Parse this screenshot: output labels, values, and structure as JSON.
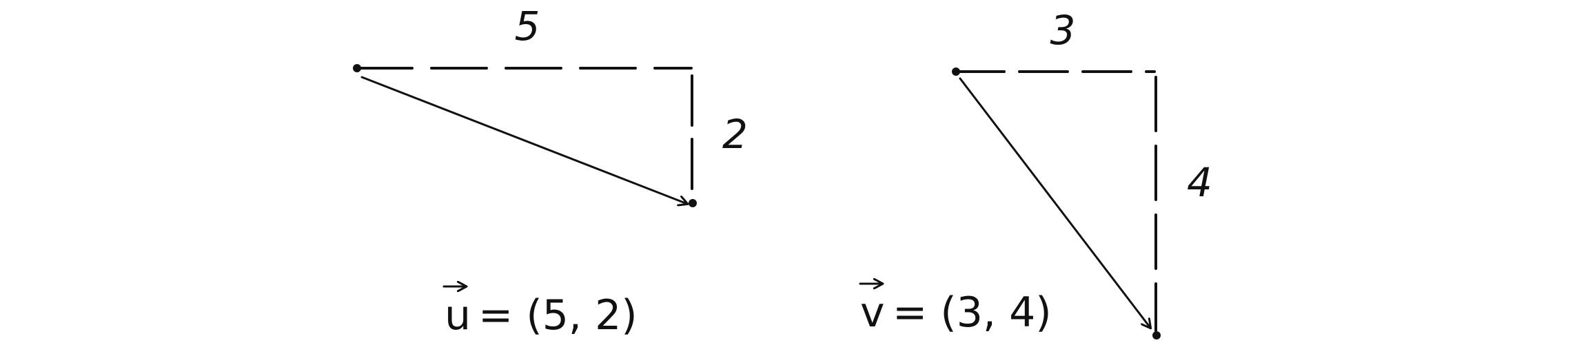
{
  "vectors": [
    {
      "name_letter": "u",
      "horizontal_label": "5",
      "vertical_label": "2",
      "equation_rest": "= (5, 2)",
      "components": [
        5,
        2
      ]
    },
    {
      "name_letter": "v",
      "horizontal_label": "3",
      "vertical_label": "4",
      "equation_rest": "= (3, 4)",
      "components": [
        3,
        4
      ]
    }
  ],
  "colors": {
    "ink": "#111111",
    "background": "#ffffff"
  }
}
